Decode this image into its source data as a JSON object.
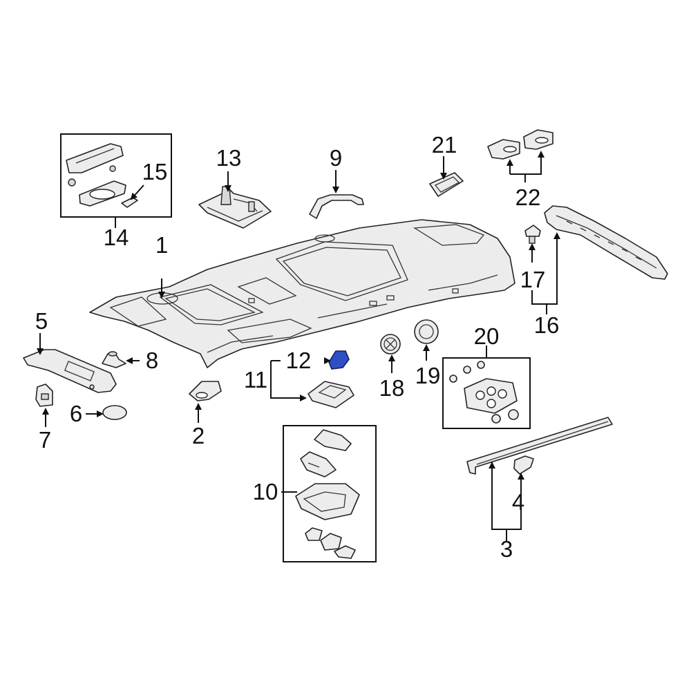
{
  "callouts": {
    "c1": "1",
    "c2": "2",
    "c3": "3",
    "c4": "4",
    "c5": "5",
    "c6": "6",
    "c7": "7",
    "c8": "8",
    "c9": "9",
    "c10": "10",
    "c11": "11",
    "c12": "12",
    "c13": "13",
    "c14": "14",
    "c15": "15",
    "c16": "16",
    "c17": "17",
    "c18": "18",
    "c19": "19",
    "c20": "20",
    "c21": "21",
    "c22": "22"
  },
  "highlight_color": "#2f4fc4",
  "highlighted_part": "12"
}
